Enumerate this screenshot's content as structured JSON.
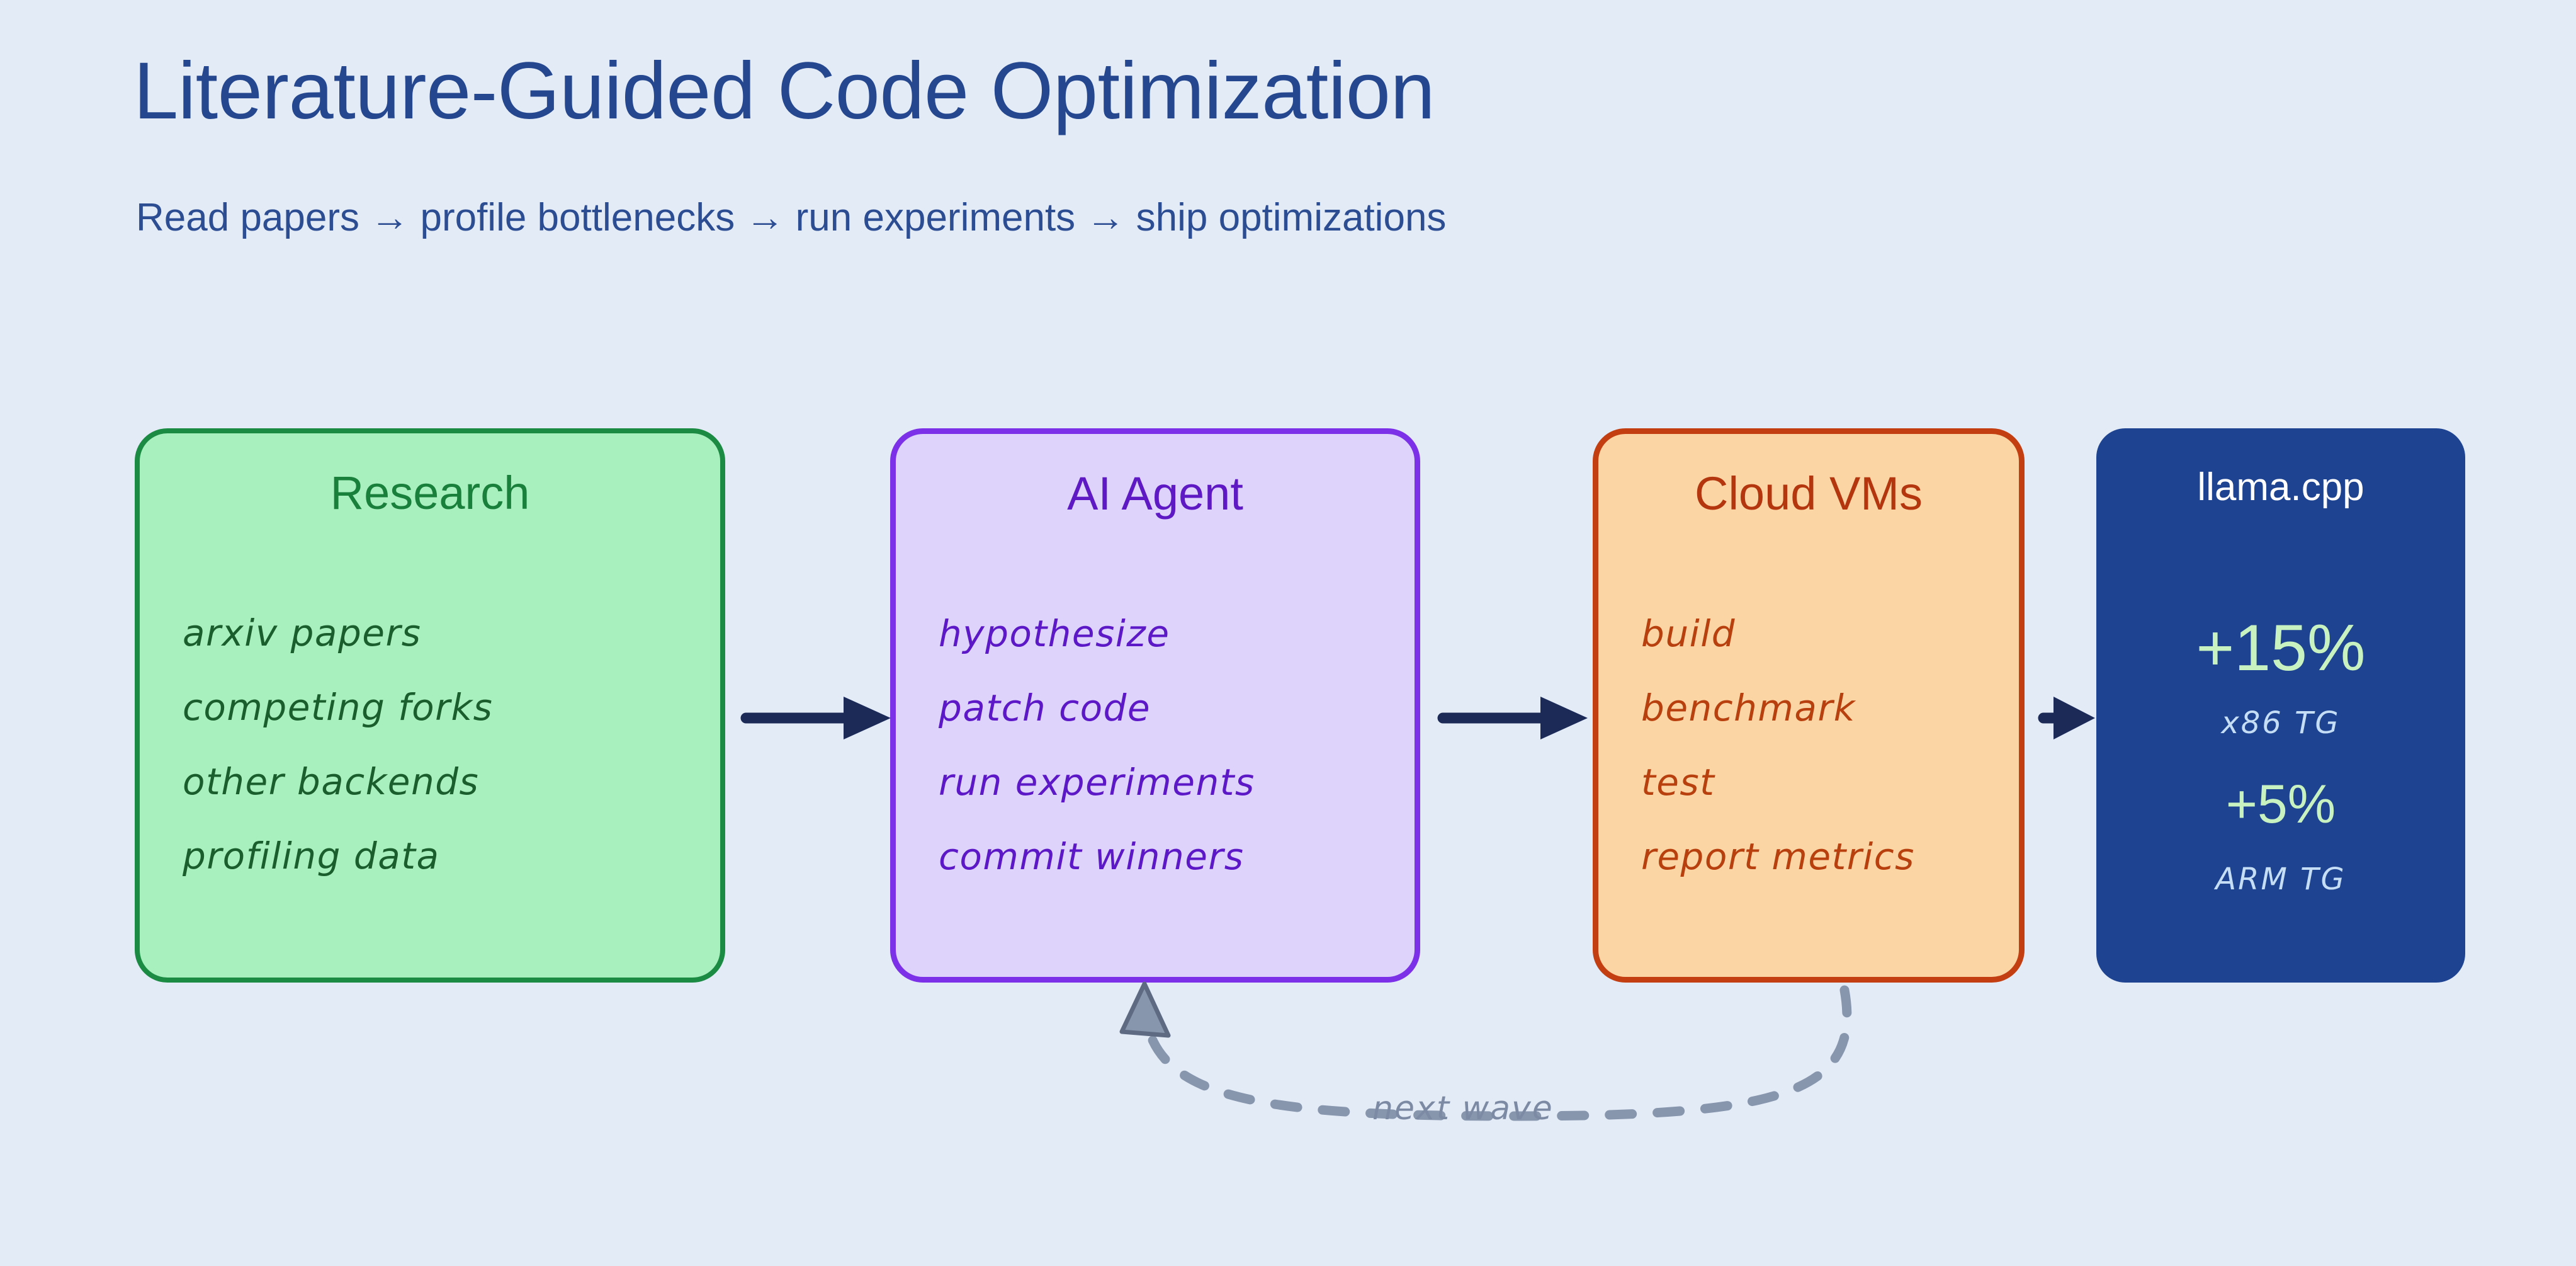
{
  "header": {
    "title": "Literature-Guided Code Optimization",
    "subtitle": "Read papers → profile bottlenecks → run experiments → ship optimizations",
    "title_color": "#24478f",
    "subtitle_color": "#2d4d93"
  },
  "background_color": "#e3ebf7",
  "nodes": [
    {
      "id": "research",
      "title": "Research",
      "fill": "#a9f0bf",
      "stroke": "#1b8a43",
      "title_color": "#19803c",
      "text_color": "#1b5e2e",
      "items": [
        "arxiv papers",
        "competing forks",
        "other backends",
        "profiling data"
      ]
    },
    {
      "id": "agent",
      "title": "AI Agent",
      "fill": "#ddd3fb",
      "stroke": "#7c31e8",
      "title_color": "#5e18c4",
      "text_color": "#5c18c6",
      "items": [
        "hypothesize",
        "patch code",
        "run experiments",
        "commit winners"
      ]
    },
    {
      "id": "cloud",
      "title": "Cloud VMs",
      "fill": "#fbd5a4",
      "stroke": "#c33e10",
      "title_color": "#b4360f",
      "text_color": "#b8400f",
      "items": [
        "build",
        "benchmark",
        "test",
        "report metrics"
      ]
    }
  ],
  "result": {
    "title": "llama.cpp",
    "fill": "#1e4391",
    "title_color": "#ffffff",
    "metric_color": "#c8f2c0",
    "label_color": "#c5def5",
    "metrics": [
      {
        "value": "+15%",
        "label": "x86 TG"
      },
      {
        "value": "+5%",
        "label": "ARM TG"
      }
    ]
  },
  "connectors": {
    "arrow_color": "#1b2a57",
    "feedback": {
      "label": "next wave",
      "label_color": "#7d8aa3",
      "line_color": "#8795ad",
      "style": "dashed",
      "from": "cloud",
      "to": "agent"
    }
  }
}
